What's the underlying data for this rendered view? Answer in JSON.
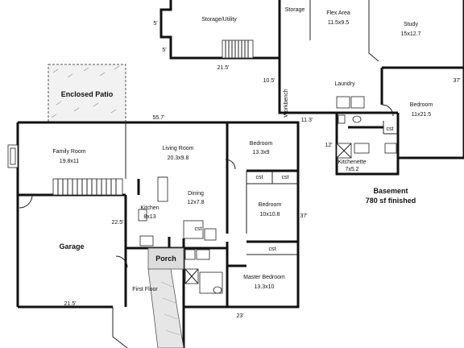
{
  "plan": {
    "upper": {
      "enclosed_patio": "Enclosed Patio",
      "family_room": {
        "name": "Family Room",
        "size": "19.8x11"
      },
      "living_room": {
        "name": "Living Room",
        "size": "20.3x9.8"
      },
      "bedroom_1": {
        "name": "Bedroom",
        "size": "13.3x9"
      },
      "dining": {
        "name": "Dining",
        "size": "12x7.8"
      },
      "bedroom_2": {
        "name": "Bedroom",
        "size": "10x10.8"
      },
      "kitchen": {
        "name": "Kitchen",
        "size": "8x13"
      },
      "garage": "Garage",
      "porch": "Porch",
      "first_floor": "First Floor",
      "master_bedroom": {
        "name": "Master Bedroom",
        "size": "13.3x10"
      },
      "cst": "cst",
      "dim_top": "55.7'",
      "dim_right": "37'",
      "dim_garage_side": "22.5'",
      "dim_garage_bottom": "21.5'",
      "dim_bottom": "23'"
    },
    "basement": {
      "storage_utility": "Storage/Utility",
      "storage": "Storage",
      "flex_area": {
        "name": "Flex Area",
        "size": "11.5x9.5"
      },
      "study": {
        "name": "Study",
        "size": "15x12.7"
      },
      "laundry": "Laundry",
      "workbench": "Workbench",
      "bedroom": {
        "name": "Bedroom",
        "size": "11x21.5"
      },
      "kitchenette": {
        "name": "Kitchenette",
        "size": "7x5.2"
      },
      "cst": "cst",
      "dim_5a": "5'",
      "dim_5b": "5'",
      "dim_21_5": "21.5'",
      "dim_10_5": "10.5'",
      "dim_11_3": "11.3'",
      "dim_12": "12'",
      "dim_37": "37'",
      "caption_title": "Basement",
      "caption_sub": "780 sf finished"
    }
  }
}
